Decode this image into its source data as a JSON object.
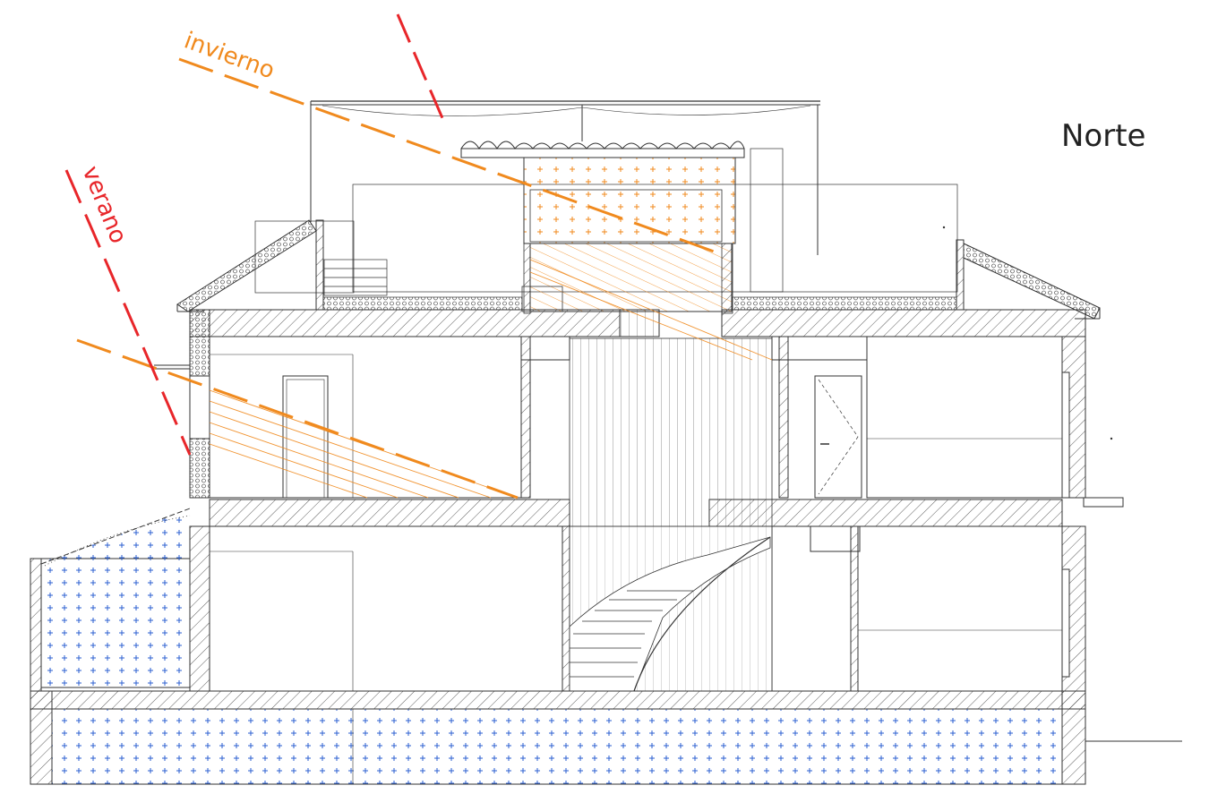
{
  "labels": {
    "north": "Norte",
    "winter": "invierno",
    "summer": "verano"
  },
  "colors": {
    "winter_ray": "#f08a1e",
    "summer_ray": "#e8262a",
    "line": "#222222",
    "fill_blue": "#2b5fd0",
    "fill_orange": "#f08a1e"
  }
}
